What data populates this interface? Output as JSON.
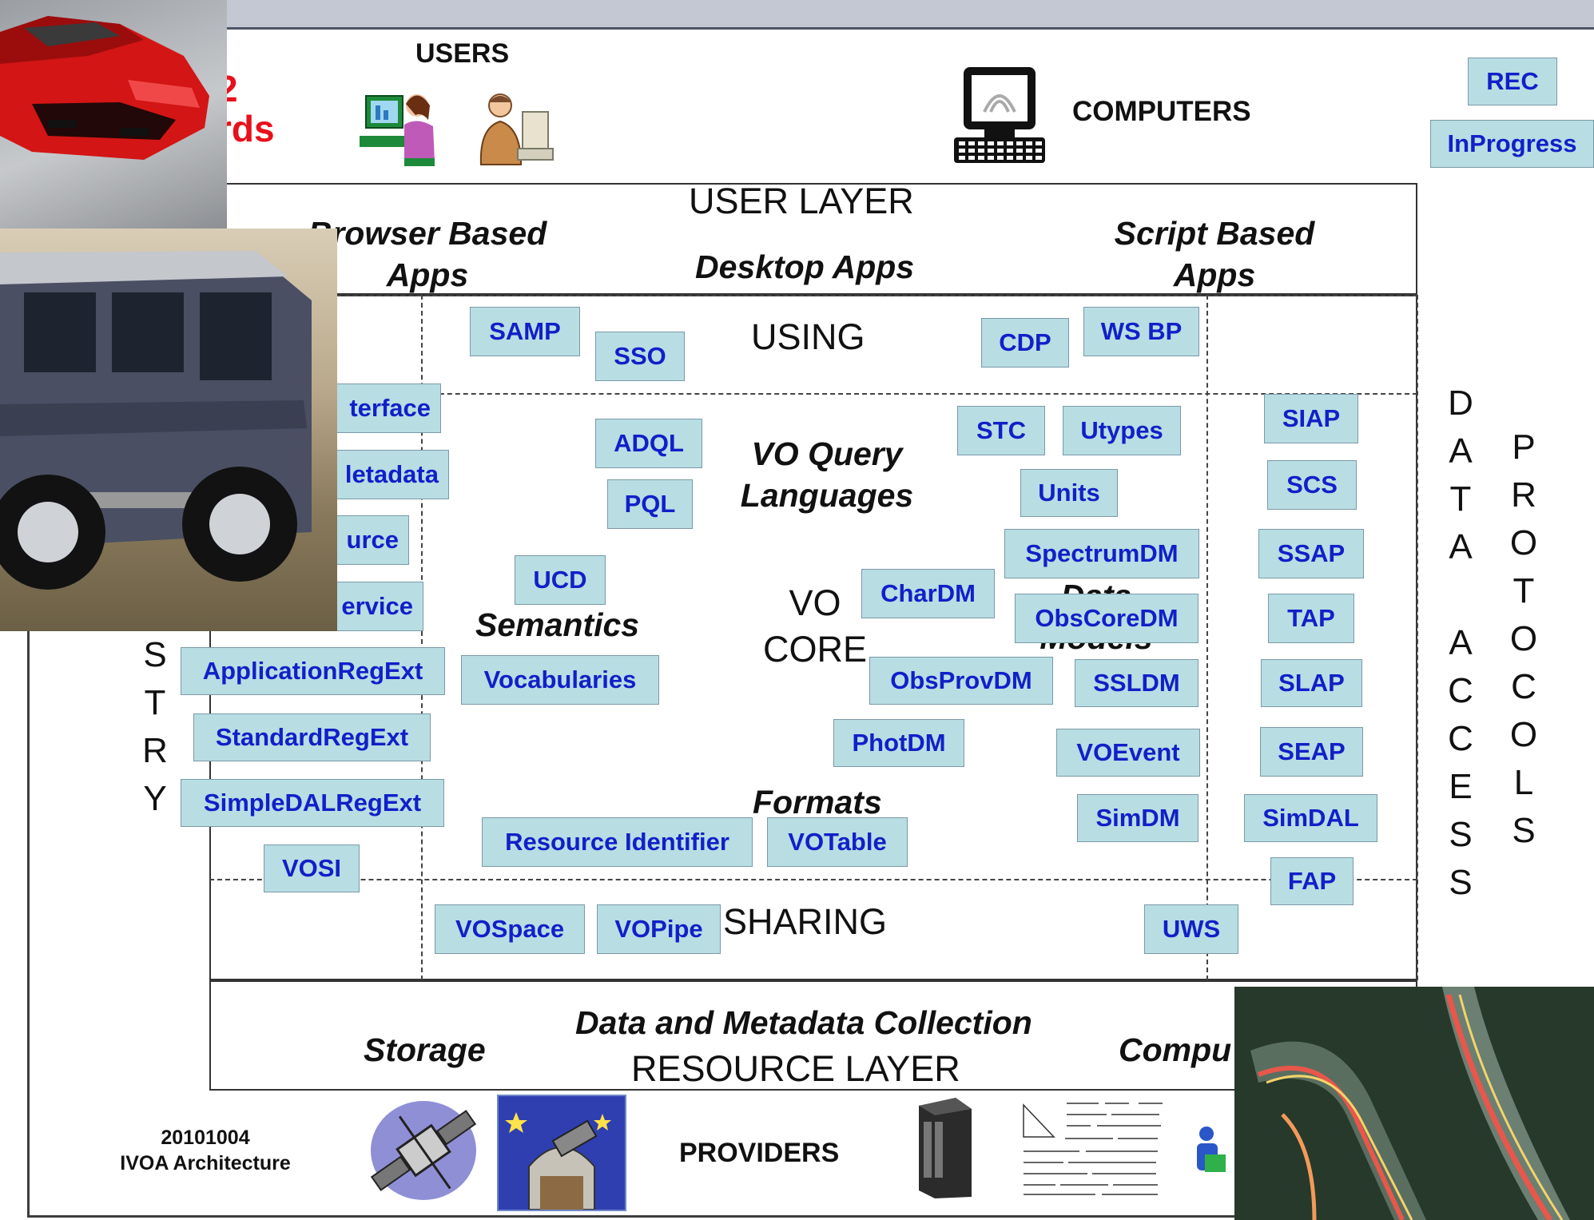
{
  "header": {
    "users_label": "USERS",
    "computers_label": "COMPUTERS",
    "partial_red_1": "2",
    "partial_red_2": "rds"
  },
  "legend": {
    "rec": "REC",
    "inprogress": "InProgress"
  },
  "layers": {
    "user_layer": "USER LAYER",
    "browser_apps": "Browser Based Apps",
    "desktop_apps": "Desktop Apps",
    "script_apps": "Script Based Apps",
    "using": "USING",
    "vo_query_languages": "VO Query Languages",
    "semantics": "Semantics",
    "vo_core": "VO CORE",
    "data_models": "Data Models",
    "formats": "Formats",
    "sharing": "SHARING",
    "data_metadata_collection": "Data and Metadata Collection",
    "storage": "Storage",
    "computation": "Compu",
    "resource_layer": "RESOURCE LAYER",
    "providers": "PROVIDERS"
  },
  "vertical": {
    "registry_partial": [
      "S",
      "T",
      "R",
      "Y"
    ],
    "data_access": [
      "D",
      "A",
      "T",
      "A",
      "",
      "A",
      "C",
      "C",
      "E",
      "S",
      "S"
    ],
    "protocols": [
      "P",
      "R",
      "O",
      "T",
      "O",
      "C",
      "O",
      "L",
      "S"
    ]
  },
  "standards": {
    "samp": "SAMP",
    "sso": "SSO",
    "cdp": "CDP",
    "wsbp": "WS BP",
    "interface": "terface",
    "metadata": "letadata",
    "resource": "urce",
    "service": "ervice",
    "application_regext": "ApplicationRegExt",
    "standard_regext": "StandardRegExt",
    "simpledal_regext": "SimpleDALRegExt",
    "vosi": "VOSI",
    "adql": "ADQL",
    "pql": "PQL",
    "ucd": "UCD",
    "vocabularies": "Vocabularies",
    "stc": "STC",
    "utypes": "Utypes",
    "units": "Units",
    "spectrumdm": "SpectrumDM",
    "chardm": "CharDM",
    "obscoredm": "ObsCoreDM",
    "obsprovdm": "ObsProvDM",
    "ssldm": "SSLDM",
    "photdm": "PhotDM",
    "voevent": "VOEvent",
    "simdm": "SimDM",
    "resource_identifier": "Resource Identifier",
    "votable": "VOTable",
    "siap": "SIAP",
    "scs": "SCS",
    "ssap": "SSAP",
    "tap": "TAP",
    "slap": "SLAP",
    "seap": "SEAP",
    "simdal": "SimDAL",
    "fap": "FAP",
    "vospace": "VOSpace",
    "vopipe": "VOPipe",
    "uws": "UWS"
  },
  "footer": {
    "date": "20101004",
    "title": "IVOA Architecture"
  },
  "colors": {
    "tag_fill": "#b8dde3",
    "tag_text": "#1020c8",
    "red_text": "#e8101a"
  }
}
